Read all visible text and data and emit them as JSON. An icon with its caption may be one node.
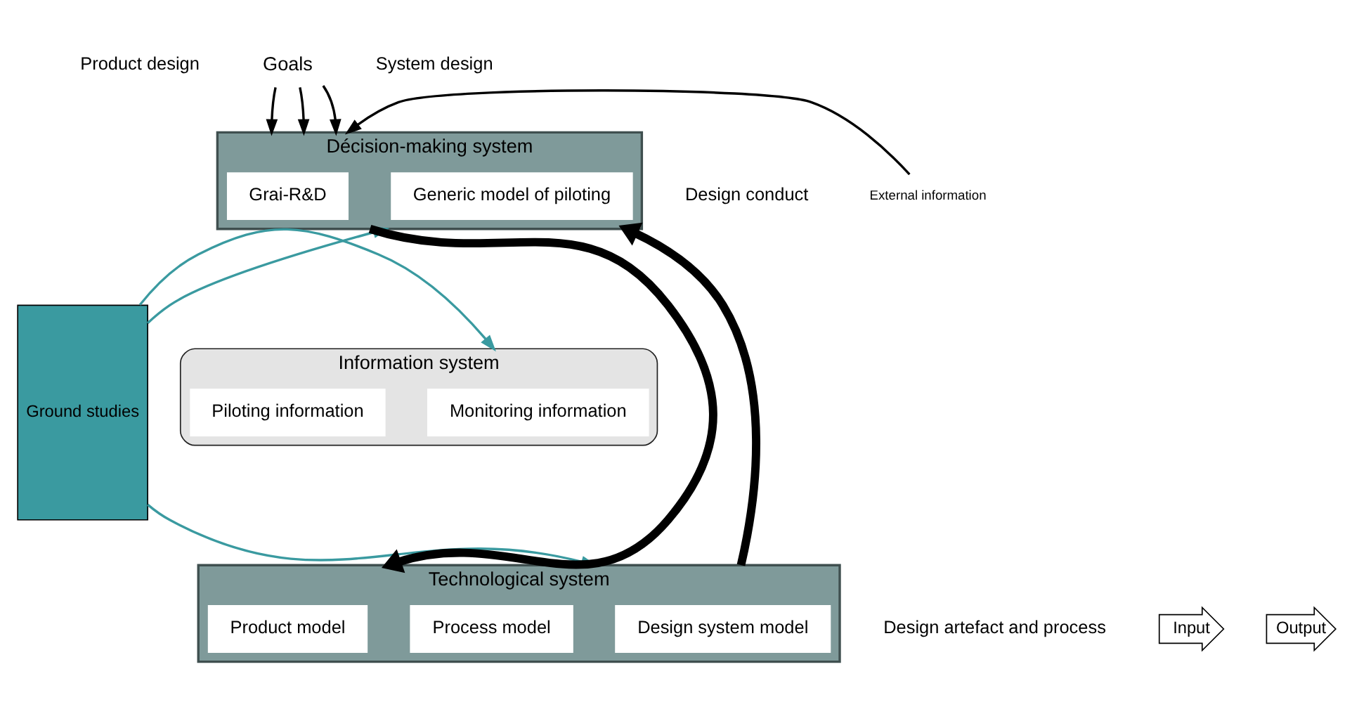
{
  "diagram": {
    "nodes": [
      {
        "text": [
          "Décision-making system"
        ]
      },
      {
        "text": [
          "Grai-R&D"
        ],
        "in": 0
      },
      {
        "text": [
          "Generic model of piloting"
        ],
        "in": 0
      },
      {
        "text": [
          "Information system"
        ]
      },
      {
        "text": [
          "Piloting information"
        ],
        "in": 3
      },
      {
        "text": [
          "Monitoring information"
        ],
        "in": 3
      },
      {
        "text": [
          "Technological system"
        ]
      },
      {
        "text": [
          "Product model"
        ],
        "in": 6
      },
      {
        "text": [
          "Process model"
        ],
        "in": 6
      },
      {
        "text": [
          "Design system model"
        ],
        "in": 6
      },
      {
        "text": [
          "Ground studies"
        ]
      },
      {
        "text": [
          "Input"
        ]
      },
      {
        "text": [
          "Output"
        ]
      },
      {
        "text": [
          "External information"
        ]
      },
      {
        "text": [
          "Goals"
        ]
      }
    ],
    "edges": [
      {
        "from": 13,
        "to": 0,
        "arrow": "to"
      },
      {
        "from": 14,
        "to": 0,
        "arrow": "to"
      },
      {
        "from": 14,
        "to": 0,
        "arrow": "to"
      },
      {
        "from": 14,
        "to": 0,
        "arrow": "to"
      },
      {
        "from": 0,
        "to": 6,
        "arrow": "to",
        "style": "thick"
      },
      {
        "from": 6,
        "to": 0,
        "arrow": "to",
        "style": "thick"
      },
      {
        "from": 10,
        "to": 0,
        "arrow": "to",
        "color": "#3a9aa0"
      },
      {
        "from": 10,
        "to": 3,
        "arrow": "to",
        "color": "#3a9aa0"
      },
      {
        "from": 10,
        "to": 6,
        "arrow": "to",
        "color": "#3a9aa0"
      }
    ],
    "labels": [
      "Product design",
      "System design",
      "Design conduct",
      "Design artefact and process"
    ]
  }
}
